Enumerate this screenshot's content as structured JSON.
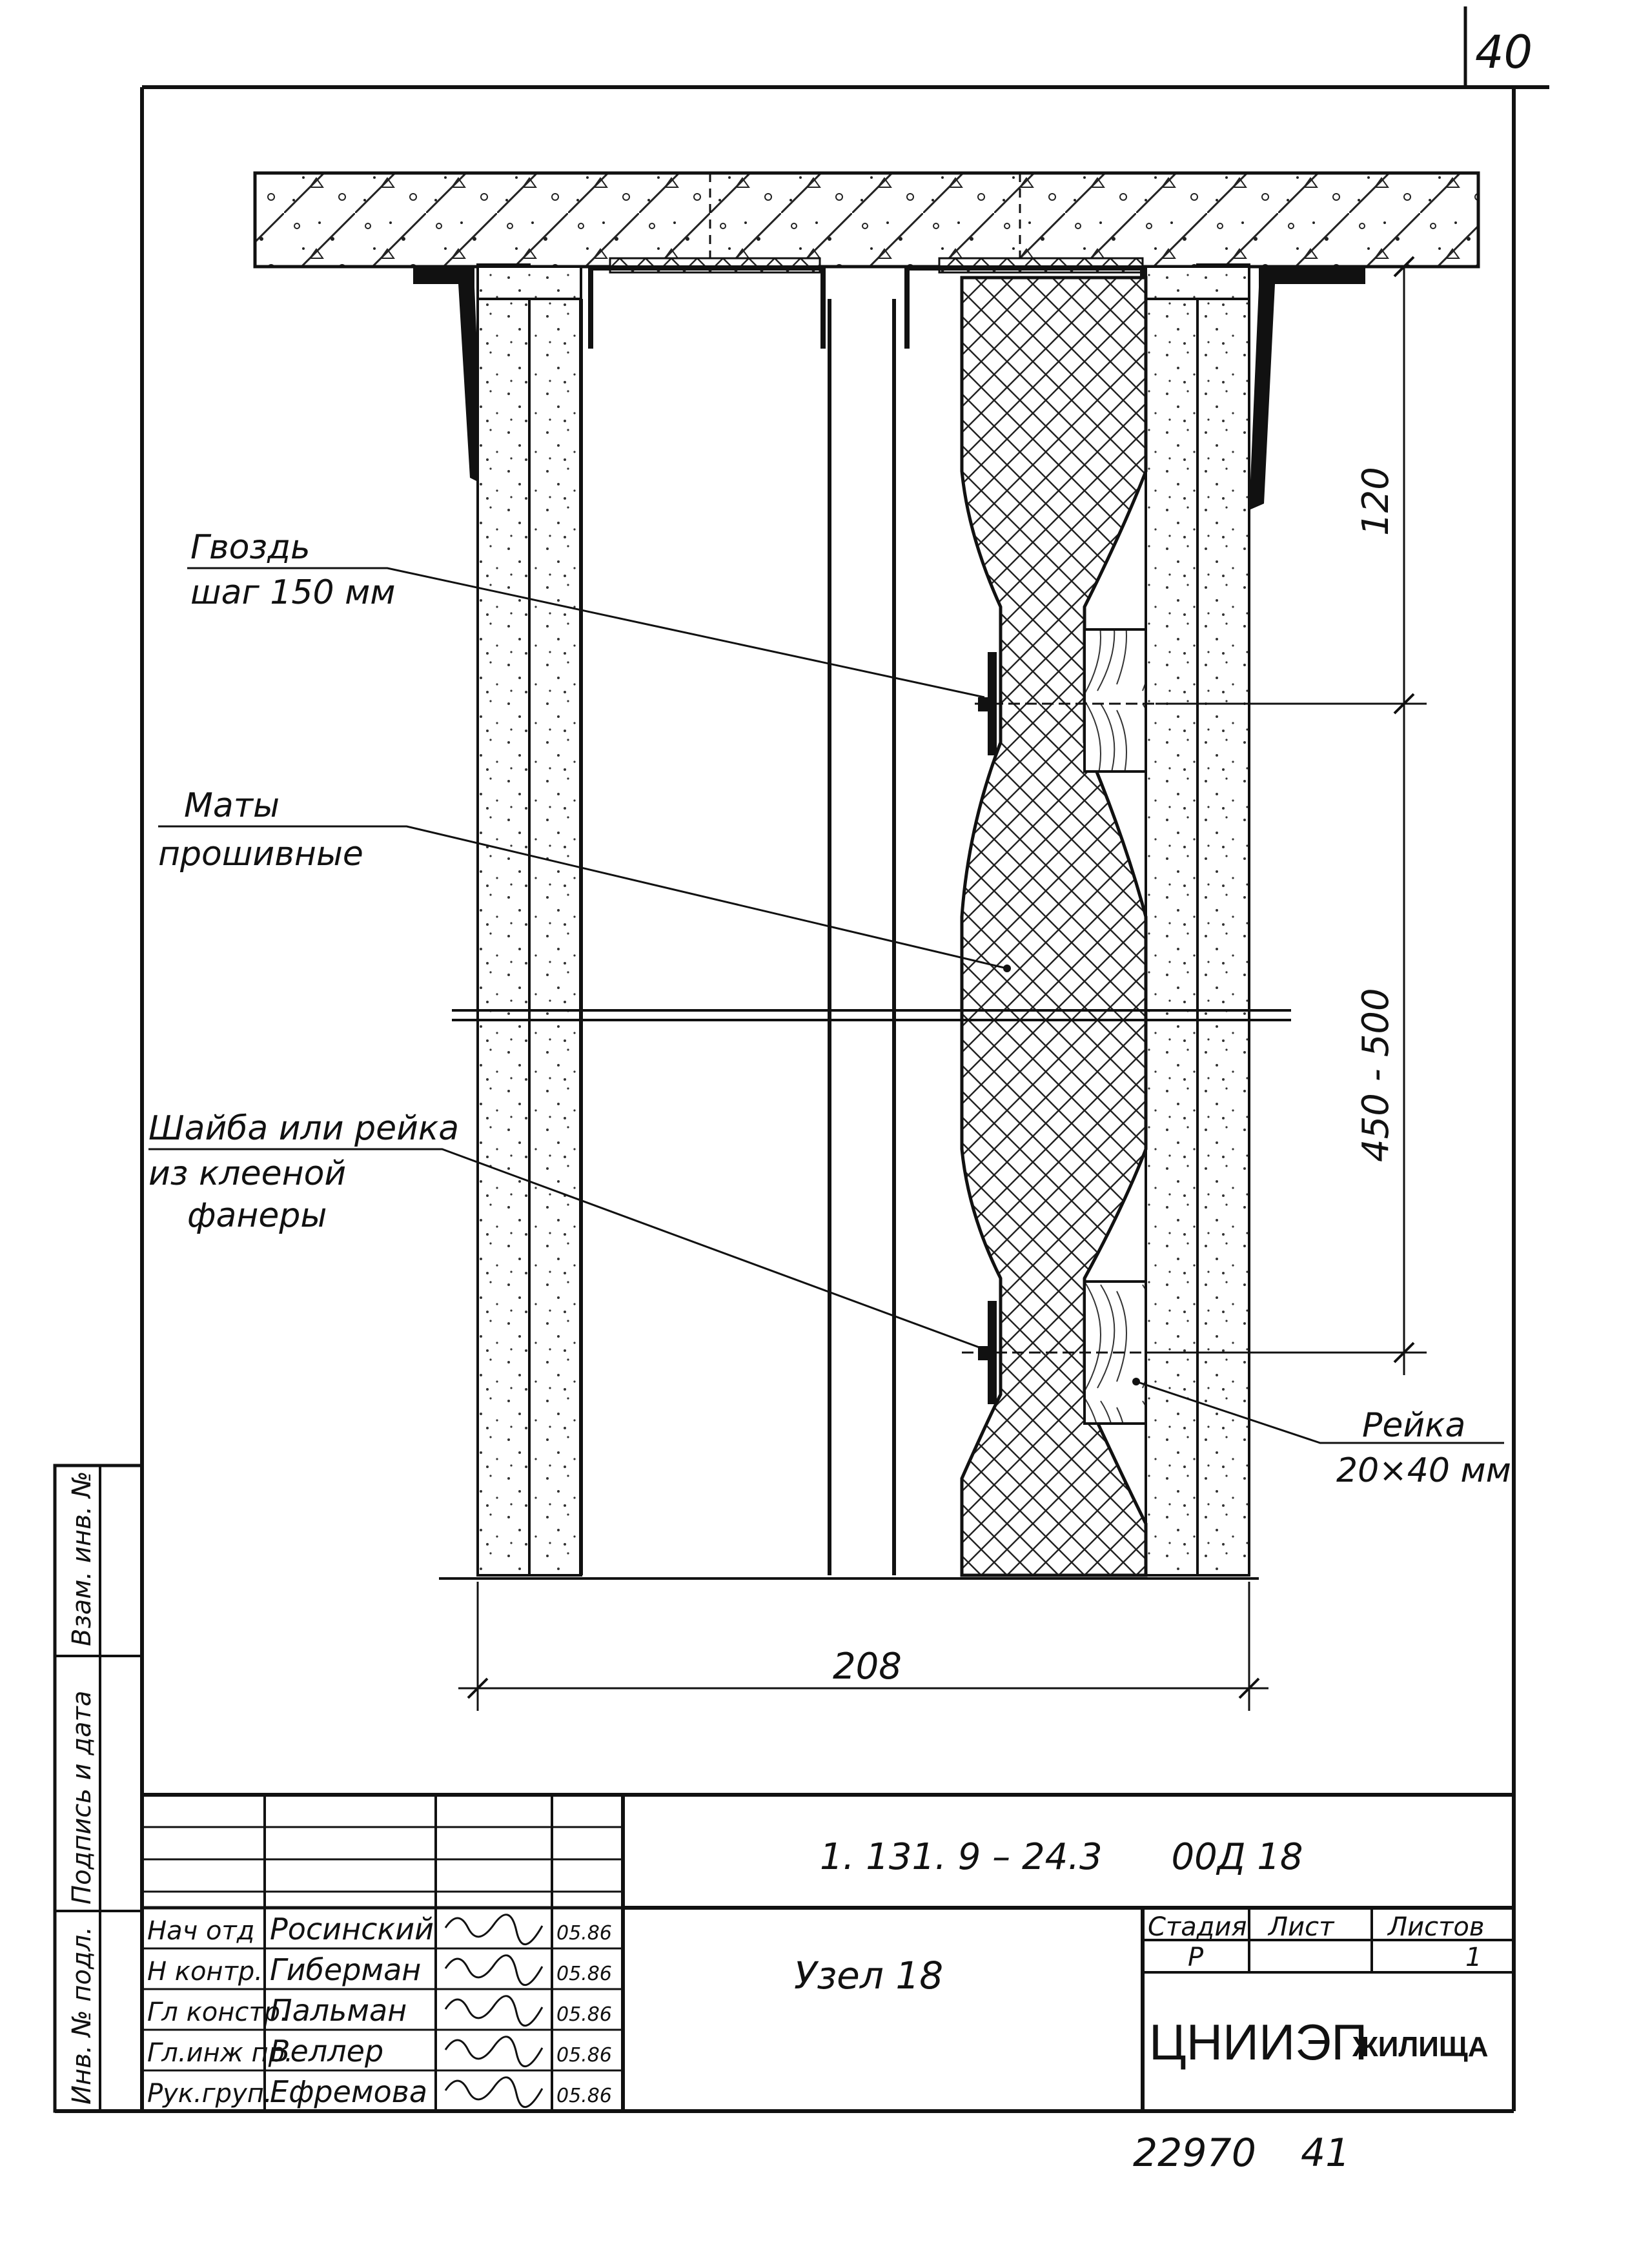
{
  "sheet_number": "40",
  "labels": {
    "nail": {
      "line1": "Гвоздь",
      "line2": "шаг 150 мм"
    },
    "mats": {
      "line1": "Маты",
      "line2": "прошивные"
    },
    "washer": {
      "line1": "Шайба или рейка",
      "line2": "из клееной",
      "line3": "фанеры"
    },
    "batten": {
      "line1": "Рейка",
      "line2": "20×40 мм"
    }
  },
  "dimensions": {
    "top": "120",
    "middle": "450 - 500",
    "bottom_width": "208"
  },
  "side_stamp": {
    "f1": "Инв. № подл.",
    "f2": "Подпись и дата",
    "f3": "Взам. инв. №"
  },
  "title_block": {
    "doc_code": "1. 131. 9 – 24.3      00Д 18",
    "title": "Узел 18",
    "people": [
      {
        "role": "Нач отд",
        "name": "Росинский",
        "date": "05.86"
      },
      {
        "role": "Н контр.",
        "name": "Гиберман",
        "date": "05.86"
      },
      {
        "role": "Гл констр.",
        "name": "Пальман",
        "date": "05.86"
      },
      {
        "role": "Гл.инж пр.",
        "name": "Веллер",
        "date": "05.86"
      },
      {
        "role": "Рук.груп.",
        "name": "Ефремова",
        "date": "05.86"
      }
    ],
    "stage_header": "Стадия",
    "sheet_header": "Лист",
    "sheets_header": "Листов",
    "stage": "Р",
    "sheet": "",
    "sheets": "1",
    "org_main": "ЦНИИЭП",
    "org_sub": "ЖИЛИЩА"
  },
  "bottom_code": {
    "left": "22970",
    "right": "41"
  }
}
